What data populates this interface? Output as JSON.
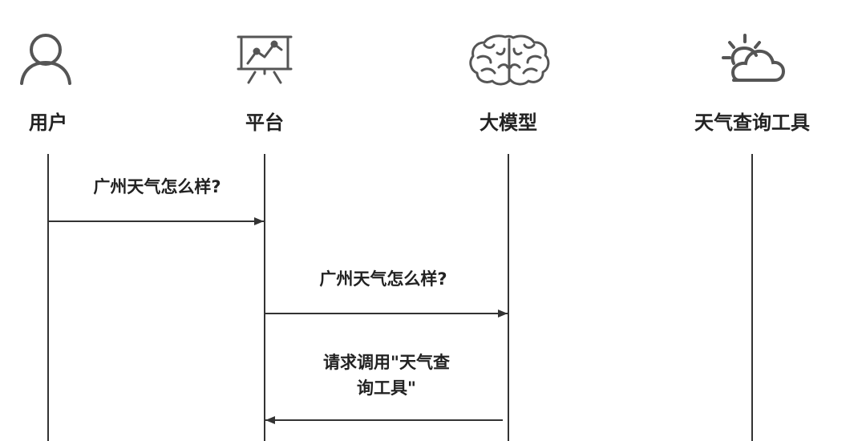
{
  "colors": {
    "line": "#333333",
    "icon": "#555555",
    "text": "#222222",
    "background": "#ffffff"
  },
  "actors": [
    {
      "label": "用户",
      "icon": "user-icon"
    },
    {
      "label": "平台",
      "icon": "presentation-board-icon"
    },
    {
      "label": "大模型",
      "icon": "brain-icon"
    },
    {
      "label": "天气查询工具",
      "icon": "weather-partly-cloudy-icon"
    }
  ],
  "messages": [
    {
      "from": "用户",
      "to": "平台",
      "lines": [
        "广州天气怎么样?"
      ]
    },
    {
      "from": "平台",
      "to": "大模型",
      "lines": [
        "广州天气怎么样?"
      ]
    },
    {
      "from": "大模型",
      "to": "平台",
      "lines": [
        "请求调用\"天气查",
        "询工具\""
      ]
    }
  ]
}
